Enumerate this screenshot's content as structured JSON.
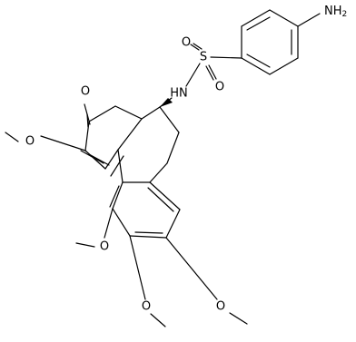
{
  "molecule": {
    "atom_labels": {
      "amine_n": "NH",
      "amine_h_subscript": "2",
      "sulfur": "S",
      "sulfonyl_o_left": "O",
      "sulfonyl_o_right": "O",
      "amide_nh": "HN",
      "ketone_o": "O",
      "ome_c10": "O",
      "ome_c1": "O",
      "ome_c2": "O",
      "ome_c3": "O"
    },
    "colors": {
      "bond": "#000000",
      "label": "#000000",
      "background": "#ffffff"
    }
  }
}
